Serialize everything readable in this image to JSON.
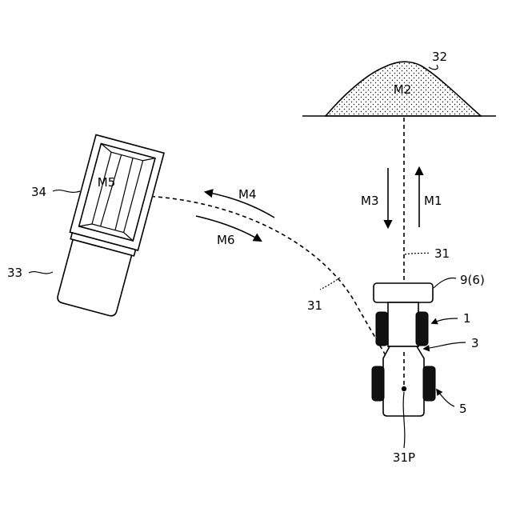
{
  "labels": {
    "pile_ref": "32",
    "pile_mark": "M2",
    "path_ref_upper": "31",
    "path_ref_lower": "31",
    "m1": "M1",
    "m3": "M3",
    "m4": "M4",
    "m5": "M5",
    "m6": "M6",
    "bucket_ref": "9(6)",
    "vehicle_ref": "1",
    "front_frame_ref": "3",
    "rear_frame_ref": "5",
    "pivot_ref": "31P",
    "bed_ref": "34",
    "truck_ref": "33"
  },
  "colors": {
    "line": "#000000",
    "background": "#ffffff",
    "tire": "#111111"
  }
}
